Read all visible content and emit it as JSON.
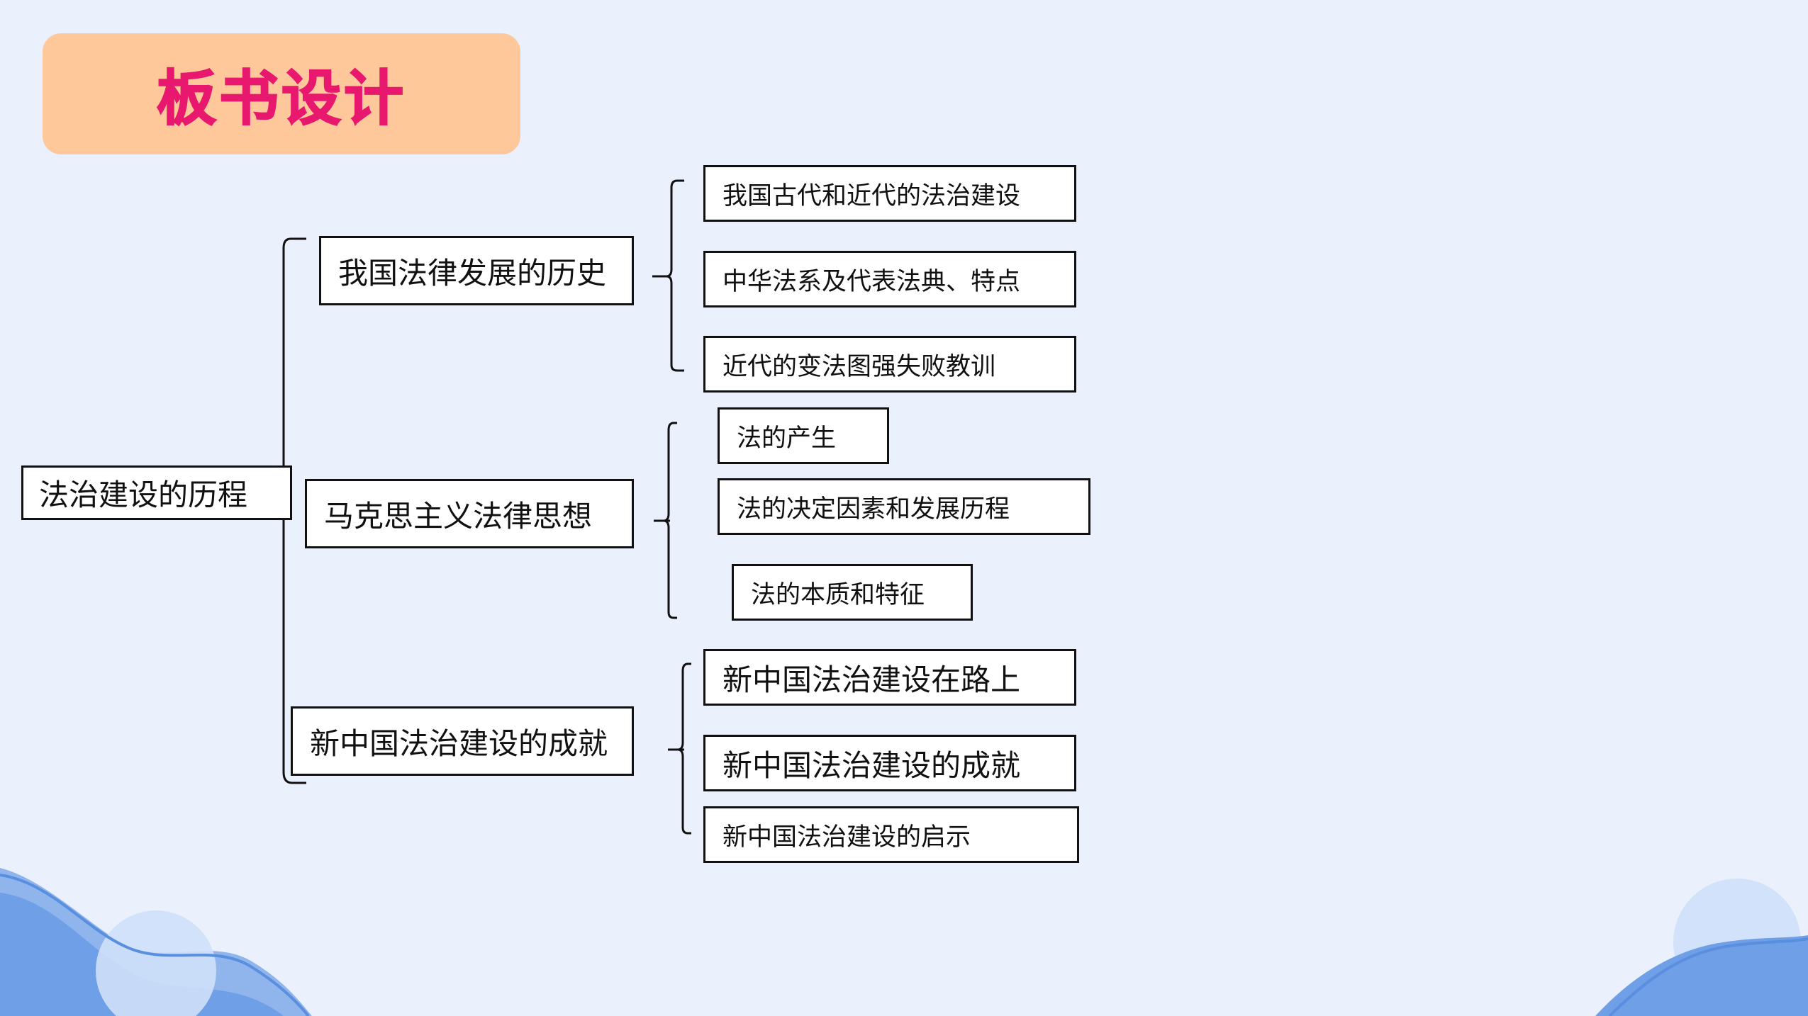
{
  "slide": {
    "title": "板书设计",
    "accent_color": "#e8186e",
    "panel_color": "#ffc89a",
    "background_color": "#eaf1fd"
  },
  "diagram": {
    "root": "法治建设的历程",
    "branches": [
      {
        "label": "我国法律发展的历史",
        "children": [
          "我国古代和近代的法治建设",
          "中华法系及代表法典、特点",
          "近代的变法图强失败教训"
        ]
      },
      {
        "label": "马克思主义法律思想",
        "children": [
          "法的产生",
          "法的决定因素和发展历程",
          "法的本质和特征"
        ]
      },
      {
        "label": "新中国法治建设的成就",
        "children": [
          "新中国法治建设在路上",
          "新中国法治建设的成就",
          "新中国法治建设的启示"
        ]
      }
    ]
  }
}
